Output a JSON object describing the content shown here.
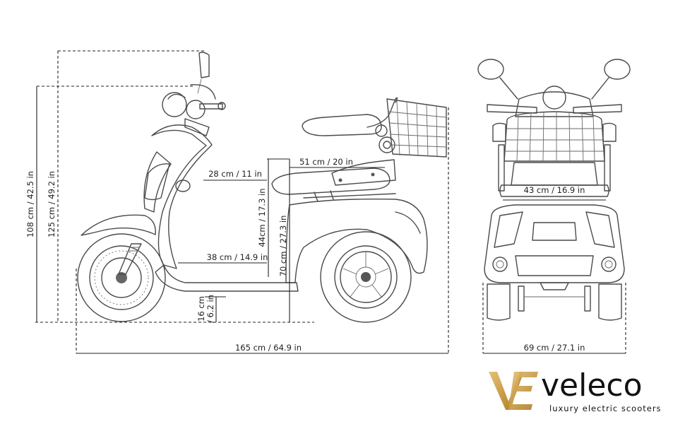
{
  "dimensions": {
    "height_mirror": "108 cm / 42.5 in",
    "height_total": "125 cm / 49.2 in",
    "seat_depth": "28 cm / 11 in",
    "backrest_depth": "51 cm / 20 in",
    "seat_to_floor": "44cm / 17.3 in",
    "seat_height": "70 cm / 27.3 in",
    "floor_length": "38 cm / 14.9 in",
    "ground_clearance_1": "16 cm",
    "ground_clearance_2": "/ 6.2 in",
    "total_length": "165 cm / 64.9 in",
    "seat_width": "43 cm / 16.9 in",
    "total_width": "69 cm / 27.1 in"
  },
  "brand": {
    "name": "veleco",
    "tagline": "luxury electric scooters",
    "logo_colors": {
      "gold_light": "#e3c27a",
      "gold_dark": "#a57a2c"
    }
  }
}
